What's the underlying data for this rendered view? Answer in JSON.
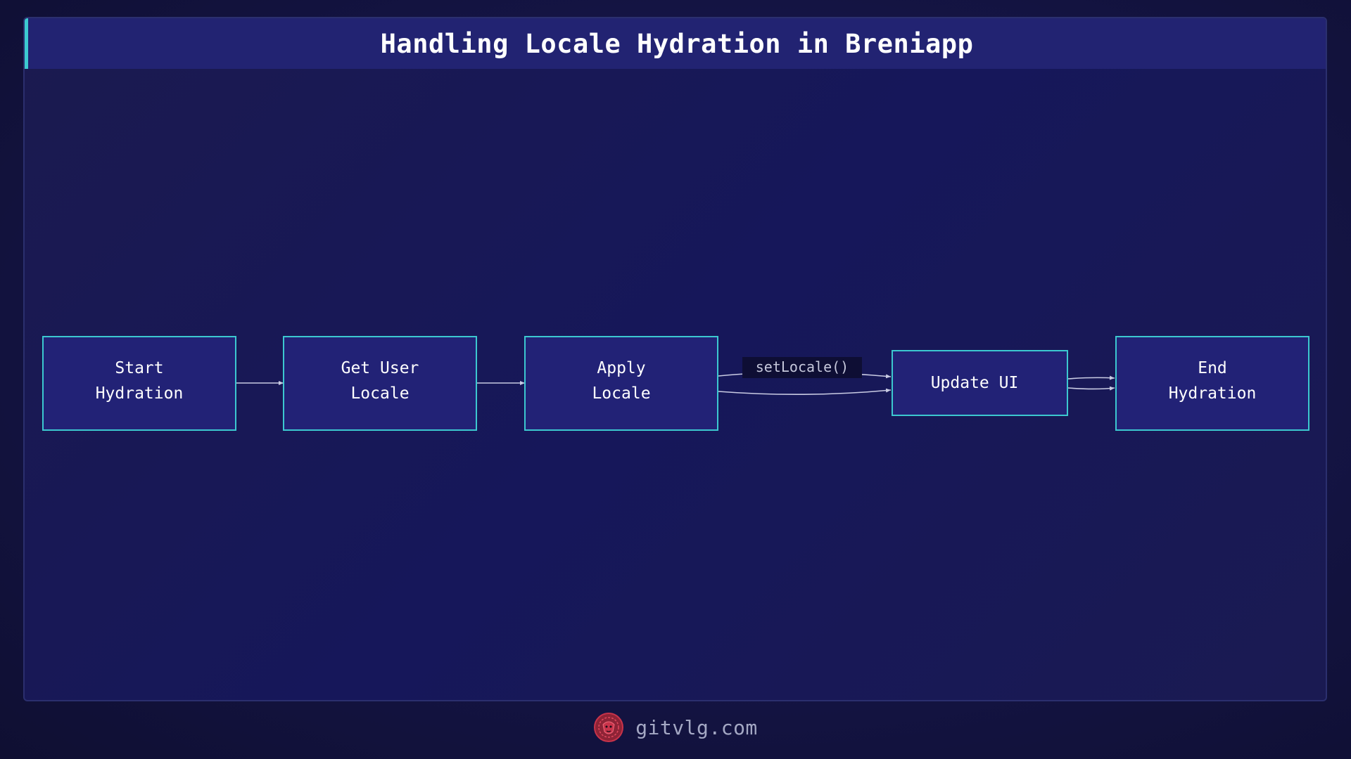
{
  "title": "Handling Locale Hydration in Breniapp",
  "nodes": [
    {
      "id": "start",
      "lines": [
        "Start",
        "Hydration"
      ]
    },
    {
      "id": "get-user-locale",
      "lines": [
        "Get User",
        "Locale"
      ]
    },
    {
      "id": "apply-locale",
      "lines": [
        "Apply",
        "Locale"
      ]
    },
    {
      "id": "update-ui",
      "lines": [
        "Update UI"
      ]
    },
    {
      "id": "end",
      "lines": [
        "End",
        "Hydration"
      ]
    }
  ],
  "edges": [
    {
      "from": "start",
      "to": "get-user-locale",
      "label": ""
    },
    {
      "from": "get-user-locale",
      "to": "apply-locale",
      "label": ""
    },
    {
      "from": "apply-locale",
      "to": "update-ui",
      "label": "setLocale()"
    },
    {
      "from": "apply-locale",
      "to": "update-ui",
      "label": ""
    },
    {
      "from": "update-ui",
      "to": "end",
      "label": ""
    },
    {
      "from": "update-ui",
      "to": "end",
      "label": ""
    }
  ],
  "footer": {
    "site": "gitvlg.com",
    "logo_icon": "lion-head-icon"
  },
  "colors": {
    "background": "#12123a",
    "title_bar": "#222372",
    "accent": "#3ccad0",
    "node_fill": "#222276",
    "node_border": "#3cc8d0",
    "edge": "#c9cbe3",
    "logo": "#c8334a"
  }
}
